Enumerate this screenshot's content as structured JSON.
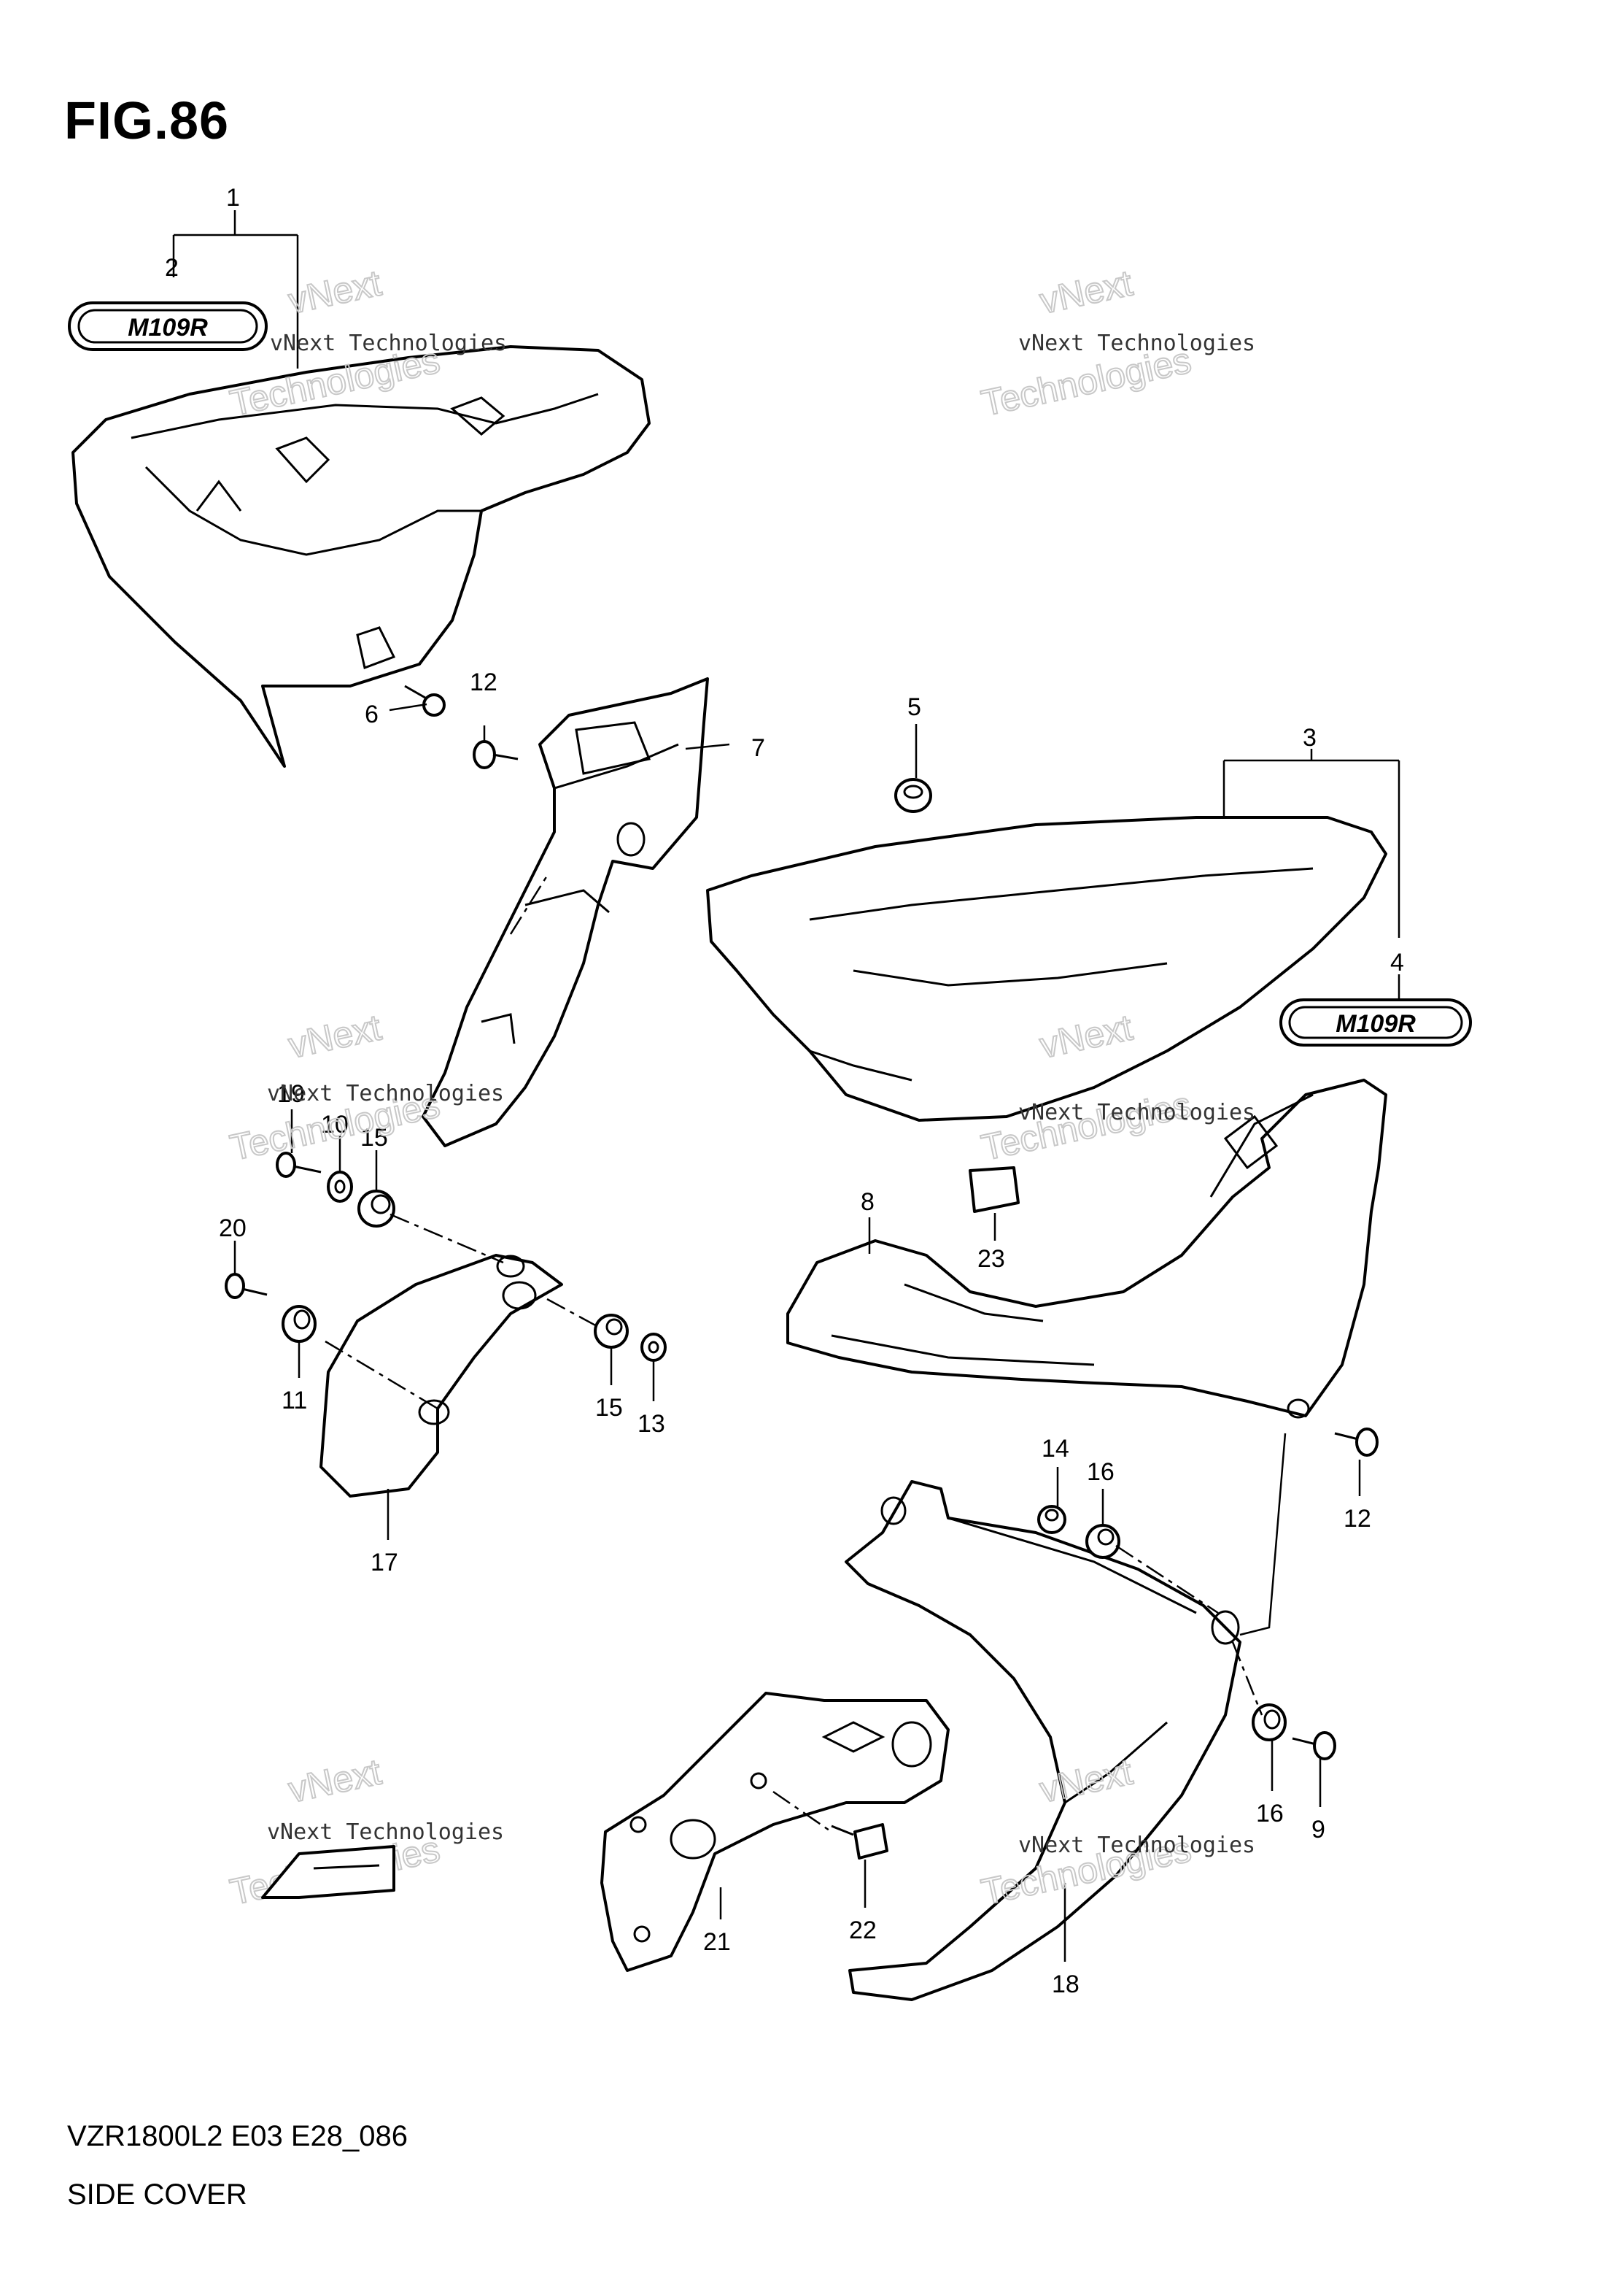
{
  "figure": {
    "title": "FIG.86"
  },
  "footer": {
    "model_code": "VZR1800L2 E03 E28_086",
    "section_name": "SIDE COVER"
  },
  "watermark": {
    "company": "vNext Technologies",
    "word1": "vNext",
    "word2": "Technologies"
  },
  "badge": {
    "text": "M109R"
  },
  "callouts": {
    "c1": "1",
    "c2": "2",
    "c3": "3",
    "c4": "4",
    "c5": "5",
    "c6": "6",
    "c7": "7",
    "c8": "8",
    "c9": "9",
    "c10": "10",
    "c11": "11",
    "c12a": "12",
    "c12b": "12",
    "c13": "13",
    "c14": "14",
    "c15a": "15",
    "c15b": "15",
    "c16a": "16",
    "c16b": "16",
    "c17": "17",
    "c18": "18",
    "c19": "19",
    "c20": "20",
    "c21": "21",
    "c22": "22",
    "c23": "23"
  }
}
